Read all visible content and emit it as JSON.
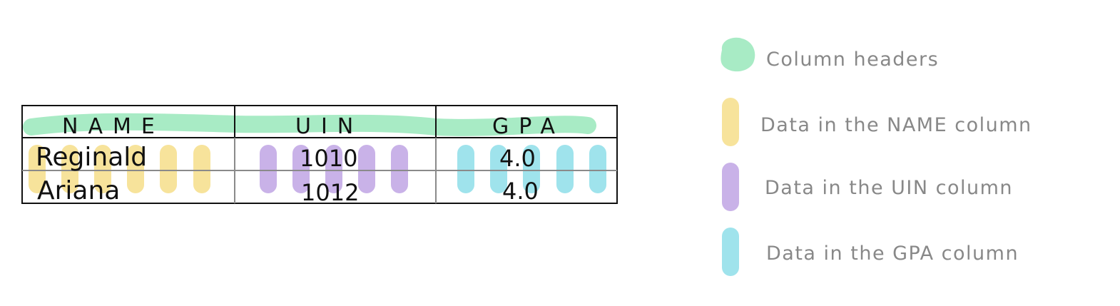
{
  "table": {
    "headers": [
      "NAME",
      "UIN",
      "GPA"
    ],
    "rows": [
      [
        "Reginald",
        "1010",
        "4.0"
      ],
      [
        "Ariana",
        "1012",
        "4.0"
      ]
    ]
  },
  "legend": {
    "items": [
      {
        "label": "Column headers",
        "color": "#a8ebc5"
      },
      {
        "label": "Data in the NAME column",
        "color": "#f7e39b"
      },
      {
        "label": "Data in the UIN column",
        "color": "#c9b2e8"
      },
      {
        "label": "Data in the GPA column",
        "color": "#9fe3ec"
      }
    ]
  }
}
